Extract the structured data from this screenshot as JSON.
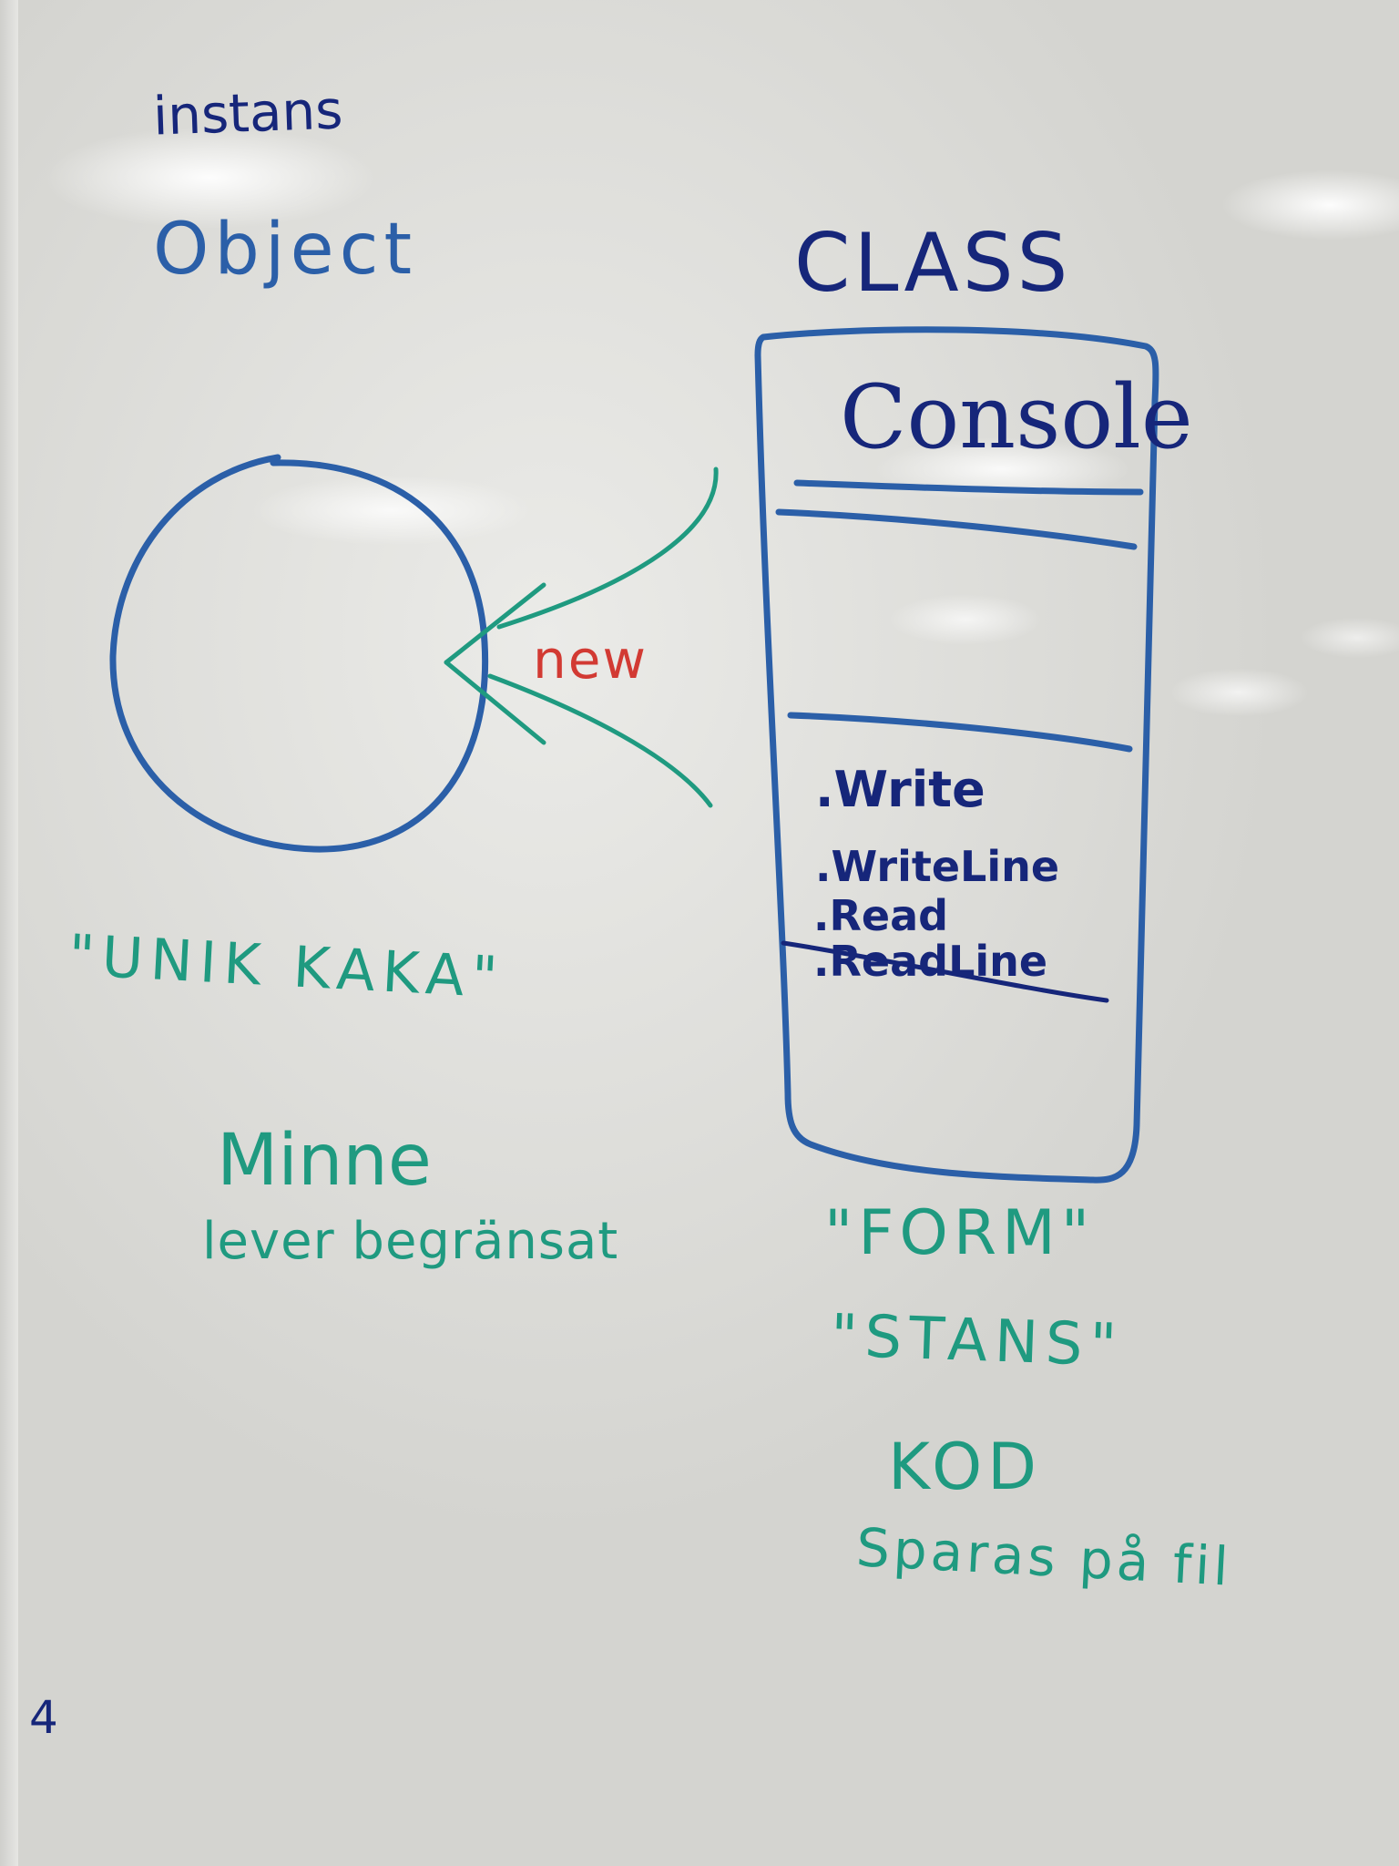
{
  "labels": {
    "instans": "instans",
    "object": "Object",
    "class_heading": "CLASS",
    "class_name": "Console",
    "arrow_label": "new",
    "method_write": ".Write",
    "method_writeline": ".WriteLine",
    "method_read": ".Read",
    "method_readline": ".ReadLine",
    "unik_kaka": "\"UNIK KAKA\"",
    "minne": "Minne",
    "lever_begransat": "lever begränsat",
    "form": "\"FORM\"",
    "stans": "\"STANS\"",
    "kod": "KOD",
    "sparas_pa_fil": "Sparas på fil",
    "corner_mark": "4"
  },
  "colors": {
    "navy_marker": "#16267a",
    "blue_marker": "#2b5fa8",
    "green_marker": "#1f9a80",
    "red_marker": "#d23a33"
  }
}
